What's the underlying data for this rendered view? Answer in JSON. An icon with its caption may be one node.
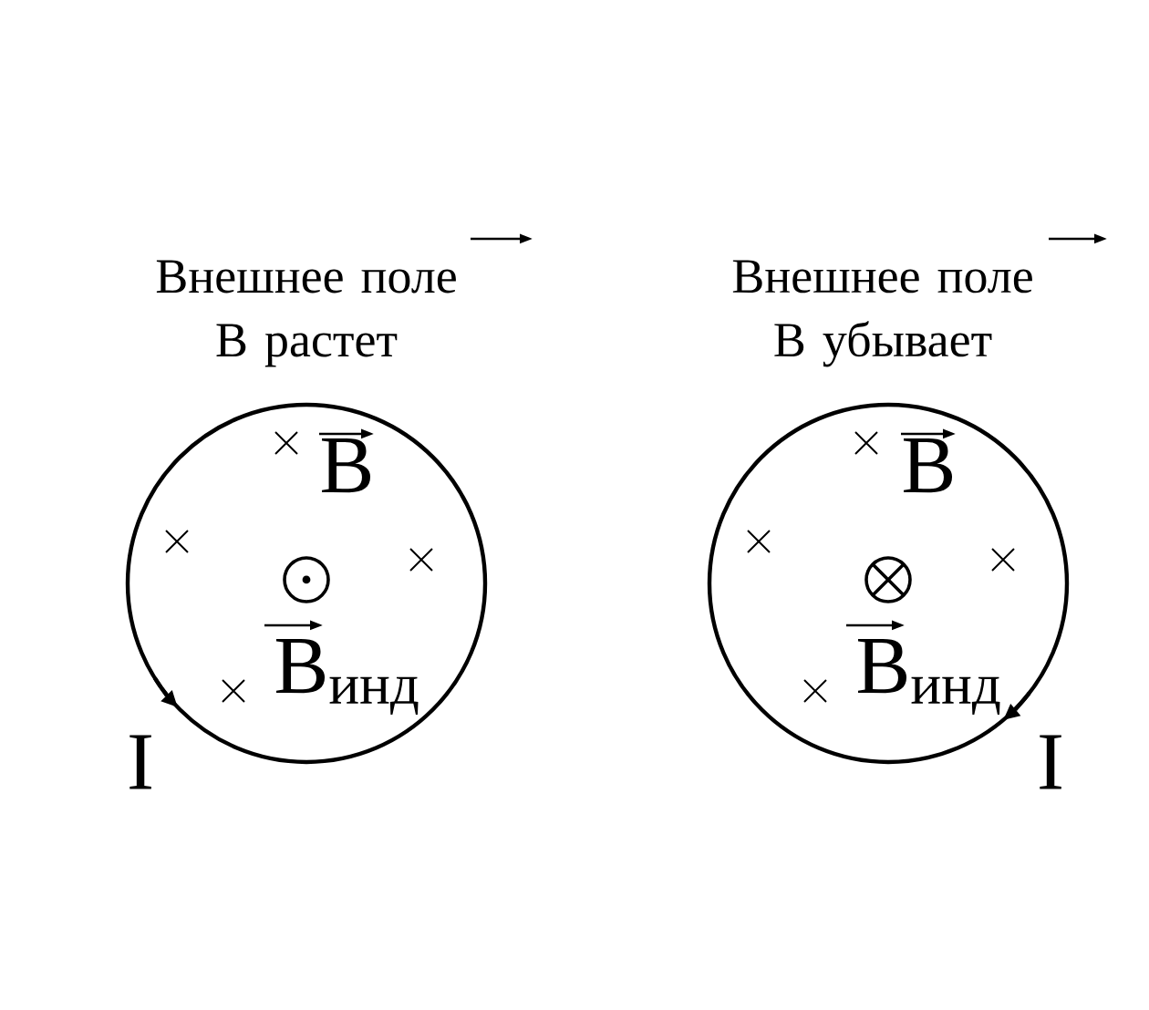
{
  "diagram": {
    "nodes": [
      {
        "text": [
          "Внешнее поле B растет",
          "B",
          "B$_{инд}$"
        ],
        "beside": [
          "I"
        ]
      },
      {
        "text": [
          "Внешнее поле B убывает",
          "B",
          "B$_{инд}$"
        ],
        "beside": [
          "I"
        ]
      }
    ]
  }
}
